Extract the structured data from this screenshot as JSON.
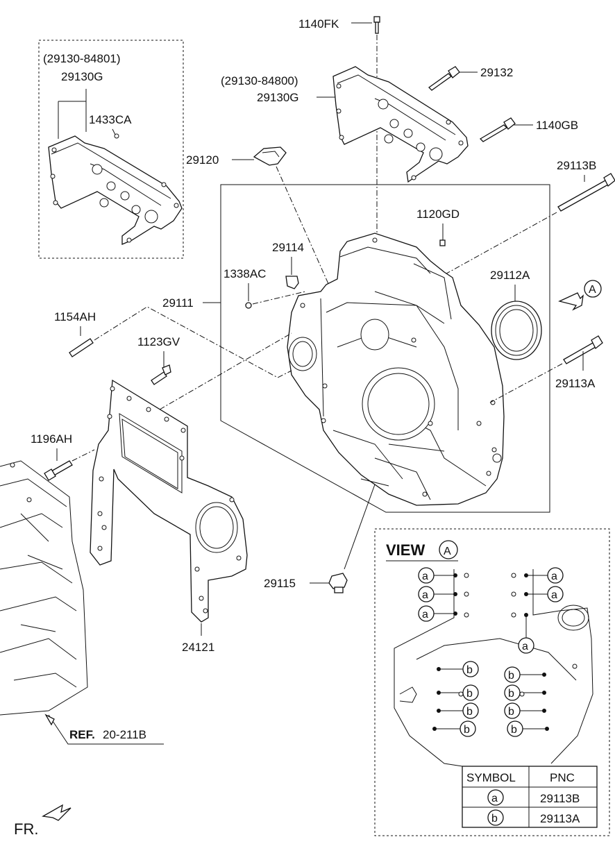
{
  "labels": {
    "p1140FK": "1140FK",
    "p29132": "29132",
    "p29130_84800": "(29130-84800)",
    "p29130G_right": "29130G",
    "p1140GB": "1140GB",
    "p29130_84801": "(29130-84801)",
    "p29130G_left": "29130G",
    "p1433CA": "1433CA",
    "p29120": "29120",
    "p29113B": "29113B",
    "p1120GD": "1120GD",
    "p29114": "29114",
    "p1338AC": "1338AC",
    "p29112A": "29112A",
    "p29111": "29111",
    "p1154AH": "1154AH",
    "p1123GV": "1123GV",
    "p29113A": "29113A",
    "p1196AH": "1196AH",
    "p29115": "29115",
    "p24121": "24121",
    "ref_bold": "REF.",
    "ref_num": "20-211B",
    "fr": "FR.",
    "view_arrow_circle": "A"
  },
  "view_panel": {
    "title": "VIEW",
    "title_circle": "A",
    "symbol_a": "a",
    "symbol_b": "b",
    "table": {
      "header_symbol": "SYMBOL",
      "header_pnc": "PNC",
      "rows": [
        {
          "symbol": "a",
          "pnc": "29113B"
        },
        {
          "symbol": "b",
          "pnc": "29113A"
        }
      ]
    }
  }
}
